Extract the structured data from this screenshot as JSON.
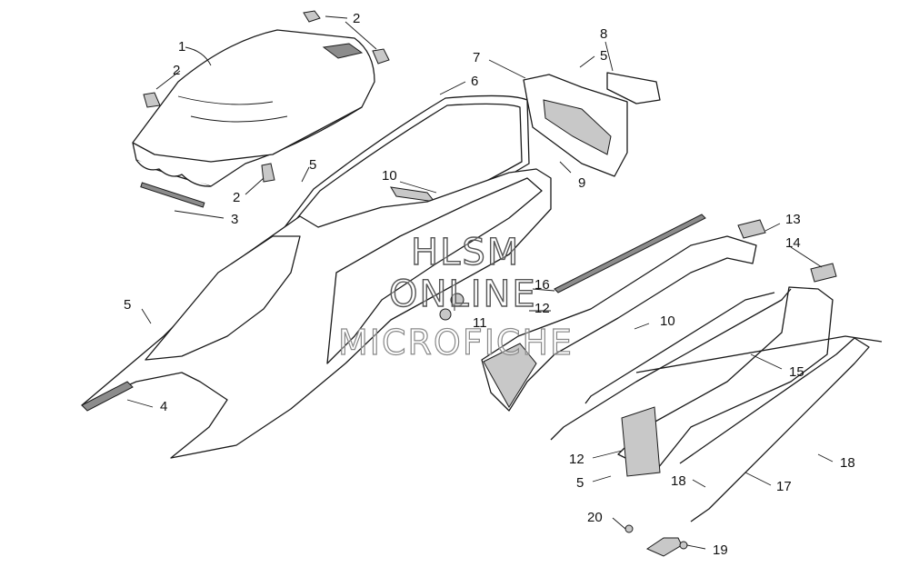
{
  "callouts": [
    "1",
    "2",
    "2",
    "2",
    "5",
    "3",
    "2",
    "7",
    "6",
    "8",
    "5",
    "9",
    "10",
    "5",
    "4",
    "11",
    "13",
    "14",
    "16",
    "12",
    "10",
    "15",
    "12",
    "5",
    "18",
    "18",
    "17",
    "20",
    "19"
  ],
  "watermark": {
    "line1": "HLSM",
    "line2": "ONLINE",
    "line3": "MICROFICHE"
  }
}
